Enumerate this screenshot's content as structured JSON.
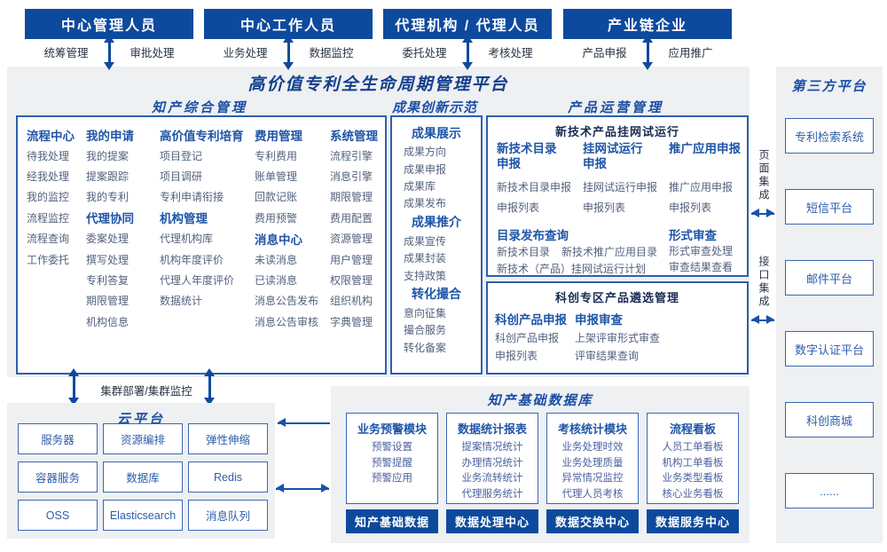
{
  "platform_title": "高价值专利全生命周期管理平台",
  "actors": [
    {
      "name": "中心管理人员",
      "role_left": "统筹管理",
      "role_right": "审批处理"
    },
    {
      "name": "中心工作人员",
      "role_left": "业务处理",
      "role_right": "数据监控"
    },
    {
      "name": "代理机构 / 代理人员",
      "role_left": "委托处理",
      "role_right": "考核处理"
    },
    {
      "name": "产业链企业",
      "role_left": "产品申报",
      "role_right": "应用推广"
    }
  ],
  "ip_mgmt": {
    "title": "知产综合管理",
    "col1": [
      {
        "h": 1,
        "t": "流程中心"
      },
      {
        "t": "待我处理"
      },
      {
        "t": "经我处理"
      },
      {
        "t": "我的监控"
      },
      {
        "t": "流程监控"
      },
      {
        "t": "流程查询"
      },
      {
        "t": "工作委托"
      }
    ],
    "col2": [
      {
        "h": 1,
        "t": "我的申请"
      },
      {
        "t": "我的提案"
      },
      {
        "t": "提案跟踪"
      },
      {
        "t": "我的专利"
      },
      {
        "h": 1,
        "t": "代理协同"
      },
      {
        "t": "委案处理"
      },
      {
        "t": "撰写处理"
      },
      {
        "t": "专利答复"
      },
      {
        "t": "期限管理"
      },
      {
        "t": "机构信息"
      }
    ],
    "col3": [
      {
        "h": 1,
        "t": "高价值专利培育"
      },
      {
        "t": "项目登记"
      },
      {
        "t": "项目调研"
      },
      {
        "t": "专利申请衔接"
      },
      {
        "h": 1,
        "t": "机构管理"
      },
      {
        "t": "代理机构库"
      },
      {
        "t": "机构年度评价"
      },
      {
        "t": "代理人年度评价"
      },
      {
        "t": "数据统计"
      }
    ],
    "col4": [
      {
        "h": 1,
        "t": "费用管理"
      },
      {
        "t": "专利费用"
      },
      {
        "t": "账单管理"
      },
      {
        "t": "回款记账"
      },
      {
        "t": "费用预警"
      },
      {
        "h": 1,
        "t": "消息中心"
      },
      {
        "t": "未读消息"
      },
      {
        "t": "已读消息"
      },
      {
        "t": "消息公告发布"
      },
      {
        "t": "消息公告审核"
      }
    ],
    "col5": [
      {
        "h": 1,
        "t": "系统管理"
      },
      {
        "t": "流程引擎"
      },
      {
        "t": "消息引擎"
      },
      {
        "t": "期限管理"
      },
      {
        "t": "费用配置"
      },
      {
        "t": "资源管理"
      },
      {
        "t": "用户管理"
      },
      {
        "t": "权限管理"
      },
      {
        "t": "组织机构"
      },
      {
        "t": "字典管理"
      }
    ]
  },
  "achievement": {
    "title": "成果创新示范",
    "rows": [
      {
        "h": 1,
        "t": "成果展示"
      },
      {
        "t": "成果方向"
      },
      {
        "t": "成果申报"
      },
      {
        "t": "成果库"
      },
      {
        "t": "成果发布"
      },
      {
        "h": 1,
        "t": "成果推介"
      },
      {
        "t": "成果宣传"
      },
      {
        "t": "成果封装"
      },
      {
        "t": "支持政策"
      },
      {
        "h": 1,
        "t": "转化撮合"
      },
      {
        "t": "意向征集"
      },
      {
        "t": "撮合服务"
      },
      {
        "t": "转化备案"
      }
    ]
  },
  "product_ops": {
    "title": "产品运营管理",
    "trial": {
      "title": "新技术产品挂网试运行",
      "col1": {
        "header_lines": [
          "新技术目录",
          "申报"
        ],
        "items": [
          "新技术目录申报",
          "申报列表"
        ]
      },
      "col2": {
        "header_lines": [
          "挂网试运行",
          "申报"
        ],
        "items": [
          "挂网试运行申报",
          "申报列表"
        ]
      },
      "col3": {
        "header_lines": [
          "推广应用申报"
        ],
        "items": [
          "推广应用申报",
          "申报列表"
        ]
      },
      "catalog": {
        "header": "目录发布查询",
        "line1": [
          "新技术目录",
          "新技术推广应用目录"
        ],
        "line2": [
          "新技术（产品）挂网试运行计划"
        ]
      },
      "review": {
        "header": "形式审查",
        "items": [
          "形式审查处理",
          "审查结果查看"
        ]
      }
    },
    "sci": {
      "title": "科创专区产品遴选管理",
      "col1": {
        "header": "科创产品申报",
        "items": [
          "科创产品申报",
          "申报列表"
        ]
      },
      "col2": {
        "header": "申报审查",
        "items": [
          "上架评审形式审查",
          "评审结果查询"
        ]
      }
    }
  },
  "cluster_label": "集群部署/集群监控",
  "cloud": {
    "title": "云平台",
    "services": [
      "服务器",
      "资源编排",
      "弹性伸缩",
      "容器服务",
      "数据库",
      "Redis",
      "OSS",
      "Elasticsearch",
      "消息队列"
    ]
  },
  "ip_database": {
    "title": "知产基础数据库",
    "modules": [
      {
        "header": "业务预警模块",
        "items": [
          "预警设置",
          "预警提醒",
          "预警应用"
        ]
      },
      {
        "header": "数据统计报表",
        "items": [
          "提案情况统计",
          "办理情况统计",
          "业务流转统计",
          "代理服务统计"
        ]
      },
      {
        "header": "考核统计模块",
        "items": [
          "业务处理时效",
          "业务处理质量",
          "异常情况监控",
          "代理人员考核"
        ]
      },
      {
        "header": "流程看板",
        "items": [
          "人员工单看板",
          "机构工单看板",
          "业务类型看板",
          "核心业务看板"
        ]
      }
    ],
    "bars": [
      "知产基础数据",
      "数据处理中心",
      "数据交换中心",
      "数据服务中心"
    ]
  },
  "third_party": {
    "title": "第三方平台",
    "items": [
      "专利检索系统",
      "短信平台",
      "邮件平台",
      "数字认证平台",
      "科创商城",
      "......"
    ]
  },
  "integration": {
    "page": "页面集成",
    "api": "接口集成"
  },
  "colors": {
    "primary": "#0d4a9e",
    "panel_bg": "#eef0f2",
    "border_blue": "#2e5fad",
    "header_text": "#1b4fa5",
    "item_text": "#54617e",
    "title_text": "#143f8f"
  }
}
